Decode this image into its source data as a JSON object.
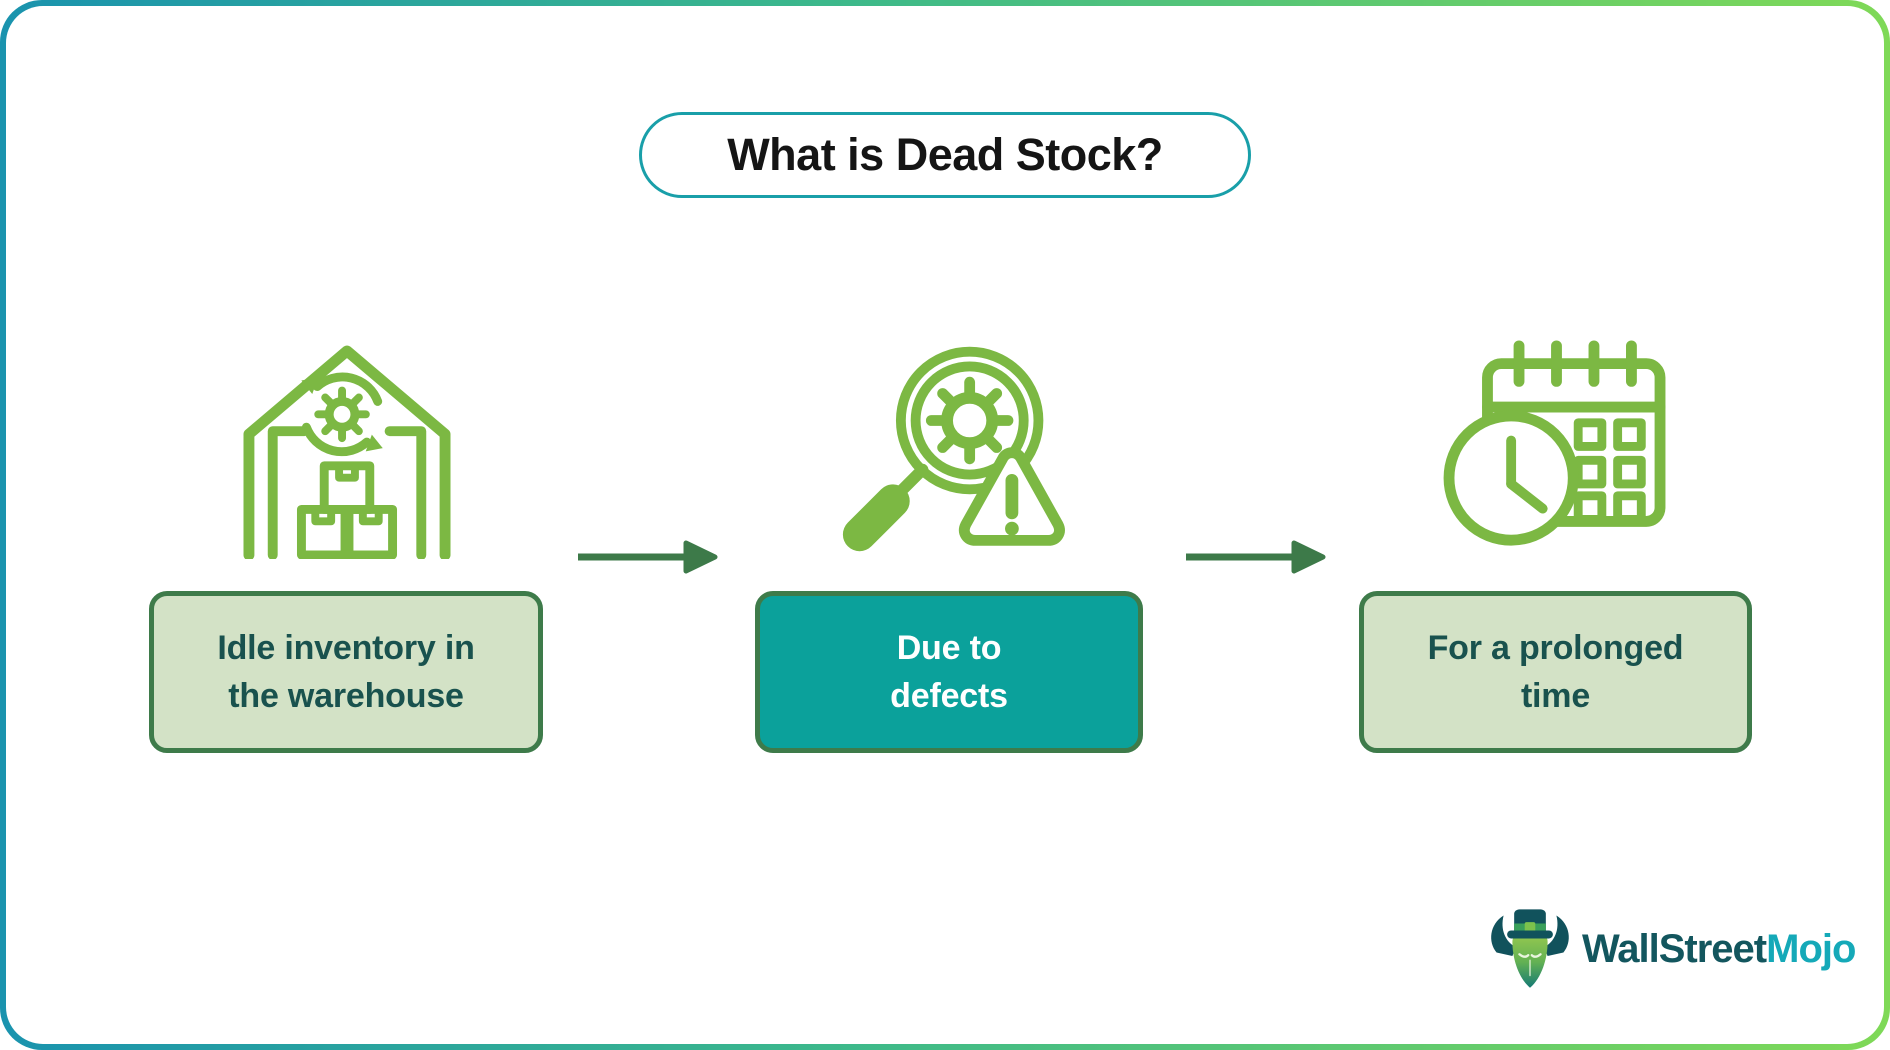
{
  "title": {
    "text": "What is Dead Stock?"
  },
  "steps": [
    {
      "name": "idle-inventory",
      "icon": "warehouse-gear-boxes-icon",
      "label": "Idle inventory in\nthe warehouse",
      "style": "light-green"
    },
    {
      "name": "due-to-defects",
      "icon": "magnifier-gear-warning-icon",
      "label": "Due to\ndefects",
      "style": "teal"
    },
    {
      "name": "prolonged-time",
      "icon": "calendar-clock-icon",
      "label": "For a prolonged\ntime",
      "style": "light-green"
    }
  ],
  "logo": {
    "part1": "WallStreet",
    "part2": "Mojo"
  },
  "colors": {
    "frame_gradient_start": "#1a93ae",
    "frame_gradient_end": "#7fd957",
    "title_border": "#199fa9",
    "title_text": "#151515",
    "icon_green": "#7cb843",
    "arrow_green": "#3d7a49",
    "box_border": "#3e7b4a",
    "box_light_fill": "#d3e2c6",
    "box_light_text": "#19524e",
    "box_teal_fill": "#0ba19b",
    "box_teal_text": "#ffffff",
    "logo_dark": "#13565e",
    "logo_accent": "#15a9b8"
  }
}
